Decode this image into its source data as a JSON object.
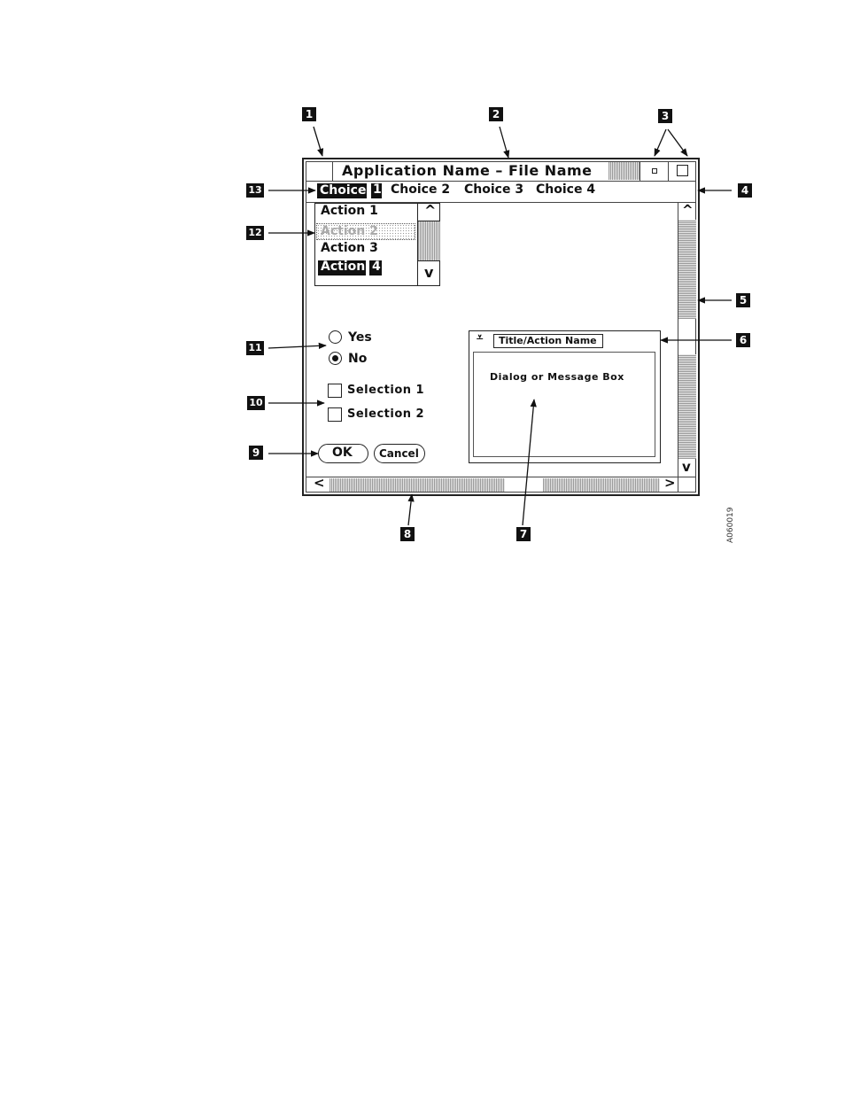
{
  "window": {
    "title": "Application Name  –  File Name",
    "menu": {
      "choice1": "Choice",
      "choice1_mnemonic": "1",
      "choice2": "Choice 2",
      "choice3": "Choice 3",
      "choice4": "Choice 4"
    },
    "pulldown": {
      "action1": "Action 1",
      "action2": "Action 2",
      "action3": "Action 3",
      "action4": "Action",
      "action4_mnemonic": "4"
    },
    "radios": {
      "yes": "Yes",
      "no": "No",
      "selected": "No"
    },
    "checks": {
      "sel1": "Selection 1",
      "sel2": "Selection 2"
    },
    "buttons": {
      "ok": "OK",
      "cancel": "Cancel"
    },
    "dialog": {
      "title": "Title/Action Name",
      "body": "Dialog or Message Box"
    }
  },
  "icons": {
    "scroll_up": "^",
    "scroll_down": "v",
    "scroll_left": "<",
    "scroll_right": ">",
    "dialog_collapse": "chevron-down-icon"
  },
  "callouts": {
    "c1": "1",
    "c2": "2",
    "c3": "3",
    "c4": "4",
    "c5": "5",
    "c6": "6",
    "c7": "7",
    "c8": "8",
    "c9": "9",
    "c10": "10",
    "c11": "11",
    "c12": "12",
    "c13": "13"
  },
  "figure_id": "A060019"
}
